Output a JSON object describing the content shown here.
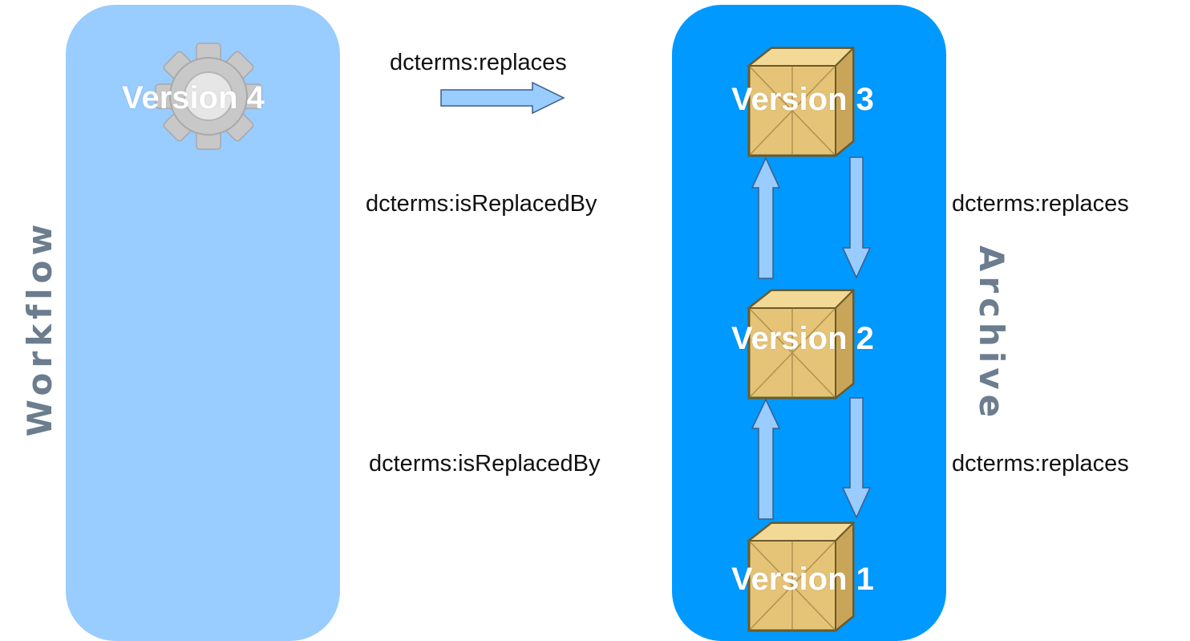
{
  "colors": {
    "workflow_panel": "#99ccff",
    "archive_panel": "#0099ff",
    "side_label": "#6b7d8e",
    "arrow_fill": "#99ccff",
    "arrow_stroke": "#3b5f8a",
    "box_fill": "#e6c477",
    "box_stroke": "#6b5a2a",
    "gear_fill": "#c8c8c8"
  },
  "workflow": {
    "label": "Workflow",
    "version": {
      "label": "Version 4",
      "icon": "gear-icon"
    }
  },
  "archive": {
    "label": "Archive",
    "versions": [
      {
        "label": "Version 3",
        "icon": "box-icon"
      },
      {
        "label": "Version 2",
        "icon": "box-icon"
      },
      {
        "label": "Version 1",
        "icon": "box-icon"
      }
    ]
  },
  "relations": {
    "workflow_to_archive": "dcterms:replaces",
    "is_replaced_by_top": "dcterms:isReplacedBy",
    "is_replaced_by_bottom": "dcterms:isReplacedBy",
    "replaces_top": "dcterms:replaces",
    "replaces_bottom": "dcterms:replaces"
  }
}
